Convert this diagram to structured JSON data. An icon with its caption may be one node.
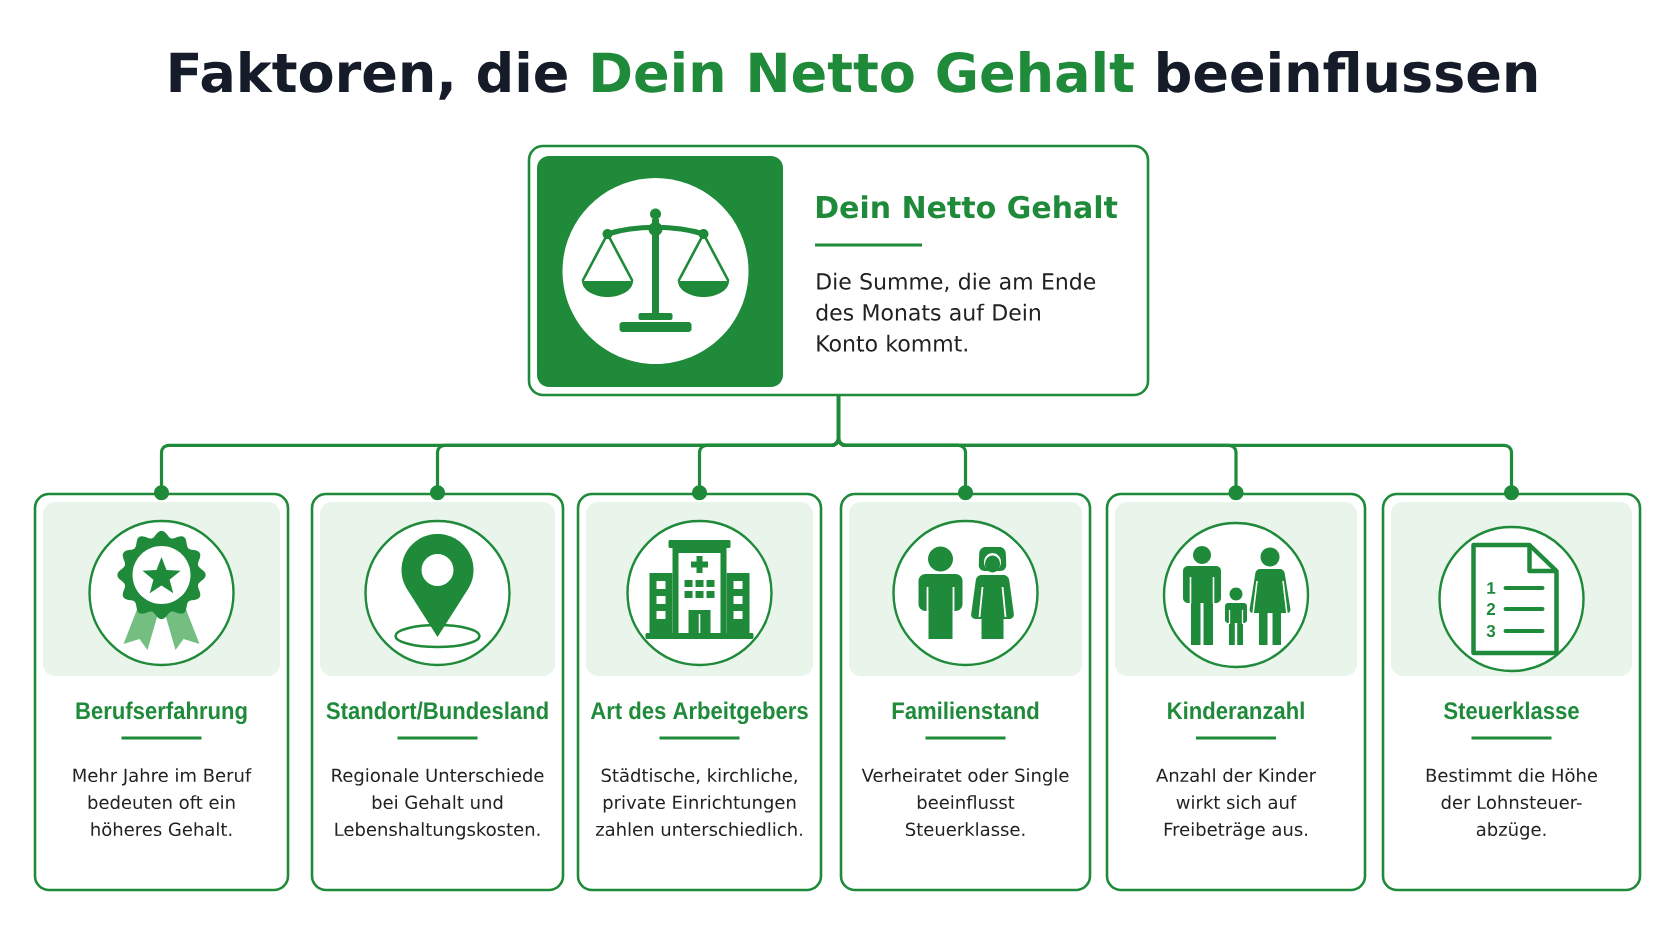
{
  "diagram": {
    "title": "Faktoren, die **Dein Netto Gehalt** beeinflussen",
    "nodes": [
      {
        "text": [
          "Dein Netto Gehalt",
          "Die Summe, die am Ende des Monats auf Dein Konto kommt."
        ]
      },
      {
        "text": [
          "Berufserfahrung",
          "Mehr Jahre im Beruf bedeuten oft ein höheres Gehalt."
        ]
      },
      {
        "text": [
          "Standort/Bundesland",
          "Regionale Unterschiede bei Gehalt und Lebenshaltungskosten."
        ]
      },
      {
        "text": [
          "Art des Arbeitgebers",
          "Städtische, kirchliche, private Einrichtungen zahlen unterschiedlich."
        ]
      },
      {
        "text": [
          "Familienstand",
          "Verheiratet oder Single beeinflusst Steuerklasse."
        ]
      },
      {
        "text": [
          "Kinderanzahl",
          "Anzahl der Kinder wirkt sich auf Freibeträge aus."
        ]
      },
      {
        "text": [
          "Steuerklasse",
          "Bestimmt die Höhe der Lohnsteuer- abzüge."
        ]
      }
    ],
    "edges": [
      {
        "from": 0,
        "to": 1,
        "arrow": "other"
      },
      {
        "from": 0,
        "to": 2,
        "arrow": "other"
      },
      {
        "from": 0,
        "to": 3,
        "arrow": "other"
      },
      {
        "from": 0,
        "to": 4,
        "arrow": "other"
      },
      {
        "from": 0,
        "to": 5,
        "arrow": "other"
      },
      {
        "from": 0,
        "to": 6,
        "arrow": "other"
      }
    ],
    "labels": [
      "1",
      "2",
      "3"
    ]
  }
}
